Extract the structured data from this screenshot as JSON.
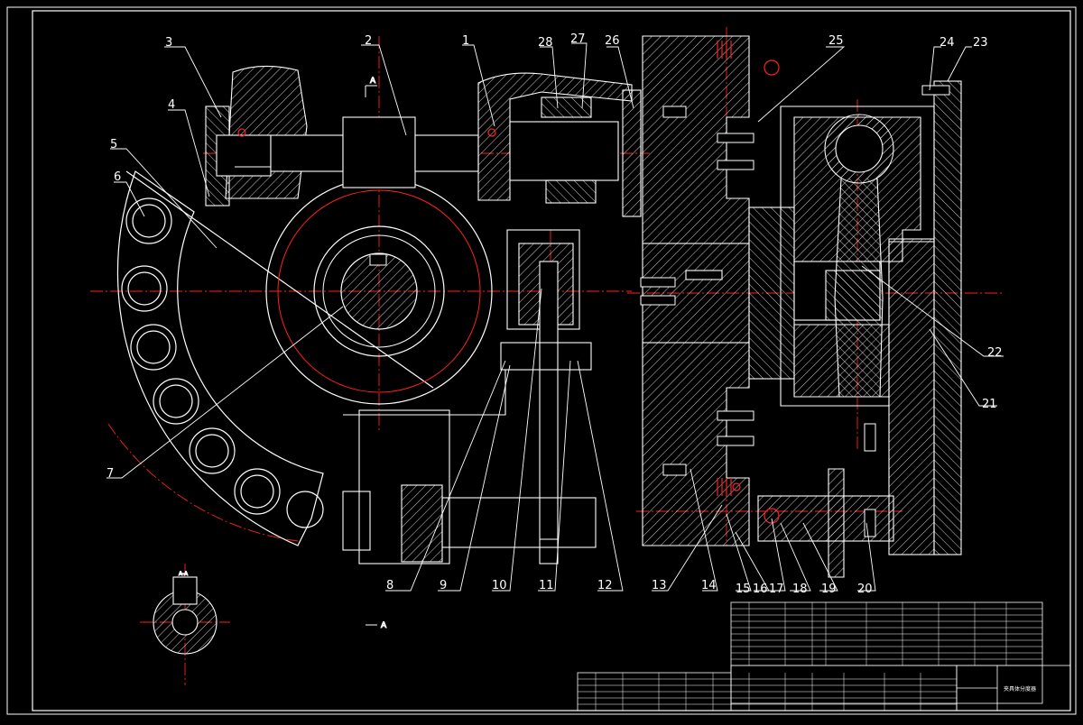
{
  "drawing": {
    "background": "#000000",
    "line_color": "#ffffff",
    "center_line_color": "#ff0000",
    "hatch_color": "#ffffff",
    "section_marker": "A",
    "part_labels": [
      "1",
      "2",
      "3",
      "4",
      "5",
      "6",
      "7",
      "8",
      "9",
      "10",
      "11",
      "12",
      "13",
      "14",
      "15",
      "16",
      "17",
      "18",
      "19",
      "20",
      "21",
      "22",
      "23",
      "24",
      "25",
      "26",
      "27",
      "28"
    ]
  },
  "title_block": {
    "title_text": "夹具体分度器"
  }
}
